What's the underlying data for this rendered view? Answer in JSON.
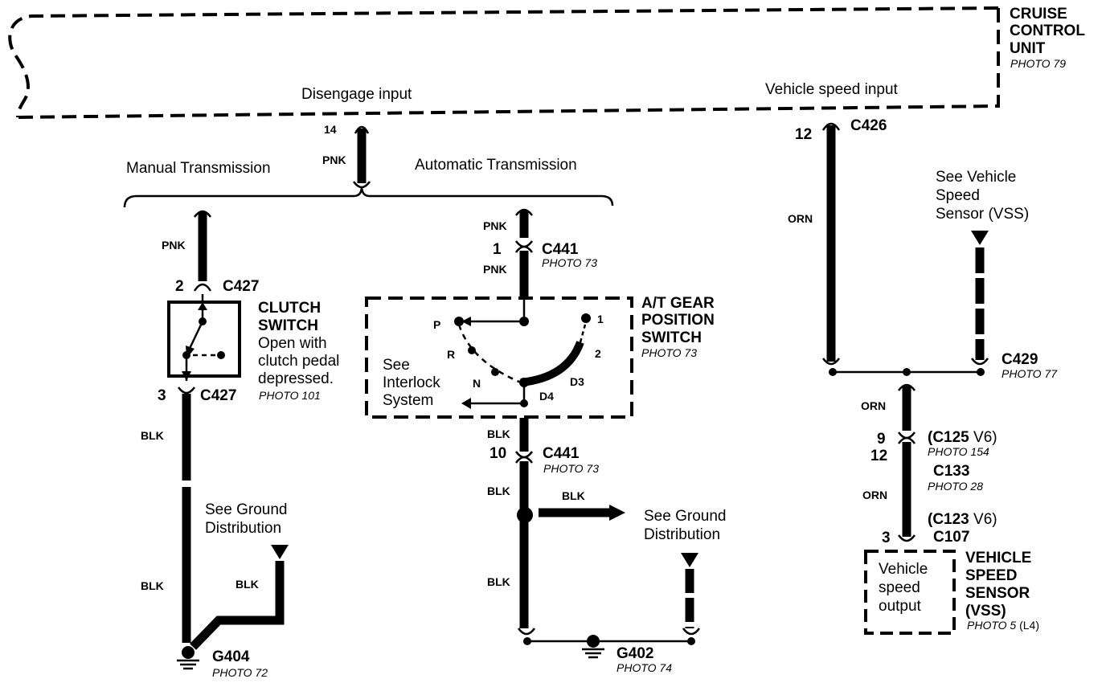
{
  "cruise_unit": {
    "name_lines": [
      "CRUISE",
      "CONTROL",
      "UNIT"
    ],
    "photo": "PHOTO 79",
    "disengage_input": "Disengage input",
    "vehicle_speed_input": "Vehicle speed input"
  },
  "branches": {
    "manual": "Manual Transmission",
    "automatic": "Automatic Transmission"
  },
  "pins": {
    "p14": "14",
    "p12_c426": "12",
    "p1": "1",
    "p2": "2",
    "p3": "3",
    "p10": "10",
    "p9": "9",
    "p12_c133": "12",
    "p3_c107": "3"
  },
  "connectors": {
    "c426": "C426",
    "c427_top": "C427",
    "c427_bot": "C427",
    "c441_top": "C441",
    "c441_top_photo": "PHOTO 73",
    "c441_bot": "C441",
    "c441_bot_photo": "PHOTO 73",
    "c429": "C429",
    "c429_photo": "PHOTO 77",
    "c125_prefix": "(C125",
    "c125_suffix": "V6)",
    "c125_photo": "PHOTO 154",
    "c133": "C133",
    "c133_photo": "PHOTO 28",
    "c123_prefix": "(C123",
    "c123_suffix": "V6)",
    "c107": "C107"
  },
  "wire_colors": {
    "pnk_main": "PNK",
    "pnk_manual": "PNK",
    "pnk_auto_a": "PNK",
    "pnk_auto_b": "PNK",
    "blk_manual_a": "BLK",
    "blk_manual_b": "BLK",
    "blk_ground": "BLK",
    "blk_auto_a": "BLK",
    "blk_auto_b": "BLK",
    "blk_auto_c": "BLK",
    "orn_a": "ORN",
    "orn_b": "ORN",
    "orn_c": "ORN"
  },
  "clutch_switch": {
    "title_lines": [
      "CLUTCH",
      "SWITCH"
    ],
    "desc_lines": [
      "Open with",
      "clutch pedal",
      "depressed."
    ],
    "photo": "PHOTO 101"
  },
  "at_switch": {
    "title_lines": [
      "A/T GEAR",
      "POSITION",
      "SWITCH"
    ],
    "photo": "PHOTO 73",
    "positions": {
      "p": "P",
      "r": "R",
      "n": "N",
      "d4": "D4",
      "d3": "D3",
      "two": "2",
      "one": "1"
    },
    "interlock_lines": [
      "See",
      "Interlock",
      "System"
    ]
  },
  "vss_ref": {
    "lines": [
      "See Vehicle",
      "Speed",
      "Sensor (VSS)"
    ]
  },
  "ground_ref_a": {
    "lines": [
      "See Ground",
      "Distribution"
    ]
  },
  "ground_ref_b": {
    "lines": [
      "See Ground",
      "Distribution"
    ]
  },
  "grounds": {
    "g404": "G404",
    "g404_photo": "PHOTO 72",
    "g402": "G402",
    "g402_photo": "PHOTO 74"
  },
  "vss": {
    "title_lines": [
      "VEHICLE",
      "SPEED",
      "SENSOR",
      "(VSS)"
    ],
    "photo_prefix": "PHOTO 5",
    "photo_suffix": "(L4)",
    "output_lines": [
      "Vehicle",
      "speed",
      "output"
    ]
  }
}
